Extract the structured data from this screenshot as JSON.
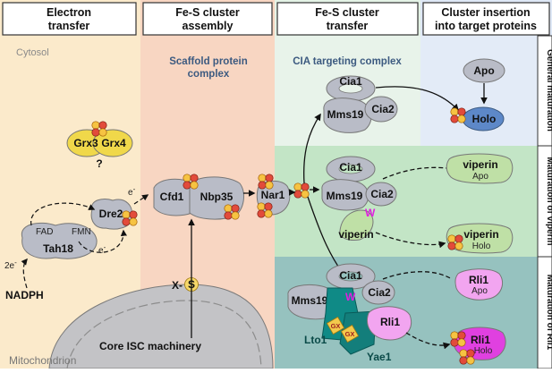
{
  "headers": {
    "electron_transfer": [
      "Electron",
      "transfer"
    ],
    "assembly": [
      "Fe-S cluster",
      "assembly"
    ],
    "transfer": [
      "Fe-S cluster",
      "transfer"
    ],
    "insertion": [
      "Cluster insertion",
      "into target proteins"
    ]
  },
  "labels": {
    "cytosol": "Cytosol",
    "scaffold_complex": [
      "Scaffold protein",
      "complex"
    ],
    "cia_complex": "CIA targeting complex",
    "mitochondrion": "Mitochondrion",
    "core_isc": "Core ISC machinery",
    "xs_prefix": "X-",
    "xs_letter": "S",
    "question": "?",
    "two_e": "2e",
    "e_minus": "e",
    "minus": "-"
  },
  "proteins": {
    "grx3": "Grx3",
    "grx4": "Grx4",
    "tah18": "Tah18",
    "fad": "FAD",
    "fmn": "FMN",
    "dre2": "Dre2",
    "nadph": "NADPH",
    "cfd1": "Cfd1",
    "nbp35": "Nbp35",
    "nar1": "Nar1",
    "cia1": "Cia1",
    "cia2": "Cia2",
    "mms19": "Mms19",
    "viperin": "viperin",
    "w_motif": "W",
    "rli1": "Rli1",
    "lto1": "Lto1",
    "yae1": "Yae1",
    "gx": "GX",
    "apo": "Apo",
    "holo": "Holo"
  },
  "side_labels": {
    "general": "General maturation",
    "viperin": "Maturation of viperin",
    "rli1": "Maturation of Rli1"
  },
  "colors": {
    "electron_bg": "#fbeacb",
    "assembly_bg": "#f8d6c2",
    "transfer_bg": "#dff1e3",
    "insertion_bg": "#dde7f5",
    "viperin_row_bg": "#bfe2c1",
    "rli1_row_bg": "#8fbdba",
    "protein_gray": "#b9bcc7",
    "holo_blue": "#5d88c8",
    "viperin_green": "#bfe0a6",
    "rli1_pink": "#f2a5f0",
    "rli1_magenta": "#e040e0",
    "lto1_teal": "#0f8a86",
    "w_magenta": "#e020e0"
  }
}
